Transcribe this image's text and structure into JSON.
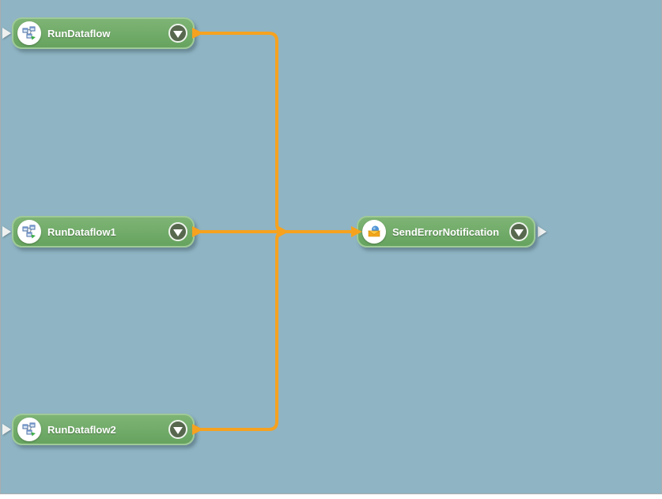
{
  "canvas": {
    "background_color": "#8fb4c3",
    "connector_color": "#f6a21f",
    "node_fill_color": "#6ca766",
    "node_border_color": "#9fca97"
  },
  "nodes": [
    {
      "label": "RunDataflow",
      "icon": "dataflow-task-icon",
      "has_input_port": true,
      "has_dropdown": true
    },
    {
      "label": "RunDataflow1",
      "icon": "dataflow-task-icon",
      "has_input_port": true,
      "has_dropdown": true
    },
    {
      "label": "RunDataflow2",
      "icon": "dataflow-task-icon",
      "has_input_port": true,
      "has_dropdown": true
    },
    {
      "label": "SendErrorNotification",
      "icon": "send-mail-icon",
      "has_output_port": true,
      "has_dropdown": true
    }
  ],
  "edges": [
    {
      "from": "RunDataflow",
      "to": "SendErrorNotification"
    },
    {
      "from": "RunDataflow1",
      "to": "SendErrorNotification"
    },
    {
      "from": "RunDataflow2",
      "to": "SendErrorNotification"
    }
  ]
}
